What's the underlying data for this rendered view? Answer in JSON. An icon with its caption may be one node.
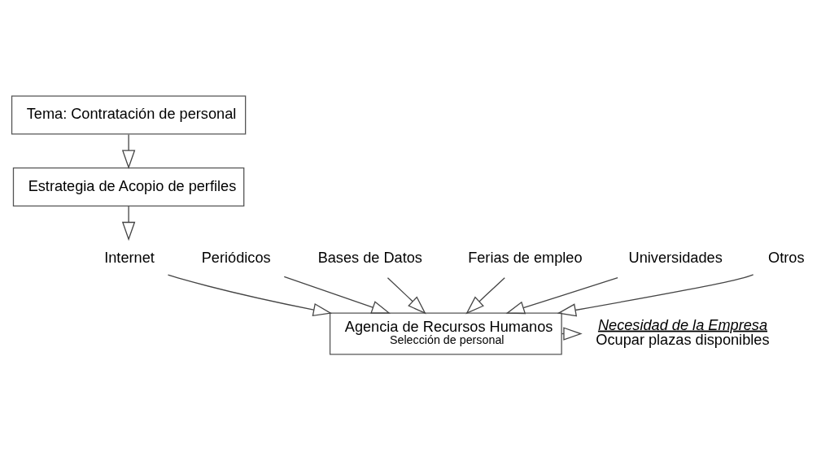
{
  "diagram": {
    "nodes": [
      {
        "text": [
          "Tema: Contratación de personal"
        ]
      },
      {
        "text": [
          "Estrategia de Acopio de perfiles"
        ]
      },
      {
        "text": [
          "Internet"
        ]
      },
      {
        "text": [
          "Periódicos"
        ]
      },
      {
        "text": [
          "Bases de Datos"
        ]
      },
      {
        "text": [
          "Ferias de empleo"
        ]
      },
      {
        "text": [
          "Universidades"
        ]
      },
      {
        "text": [
          "Otros"
        ]
      },
      {
        "text": [
          "Agencia de Recursos Humanos",
          "Selección de personal"
        ]
      },
      {
        "text": [
          "Necesidad de la Empresa",
          "Ocupar plazas disponibles"
        ]
      }
    ],
    "edges": [
      {
        "from": 0,
        "to": 1,
        "arrow": "to"
      },
      {
        "from": 1,
        "to": 2,
        "arrow": "to"
      },
      {
        "from": 2,
        "to": 8,
        "arrow": "to"
      },
      {
        "from": 3,
        "to": 8,
        "arrow": "to"
      },
      {
        "from": 4,
        "to": 8,
        "arrow": "to"
      },
      {
        "from": 5,
        "to": 8,
        "arrow": "to"
      },
      {
        "from": 6,
        "to": 8,
        "arrow": "to"
      },
      {
        "from": 7,
        "to": 8,
        "arrow": "to"
      },
      {
        "from": 8,
        "to": 9,
        "arrow": "to"
      }
    ]
  }
}
